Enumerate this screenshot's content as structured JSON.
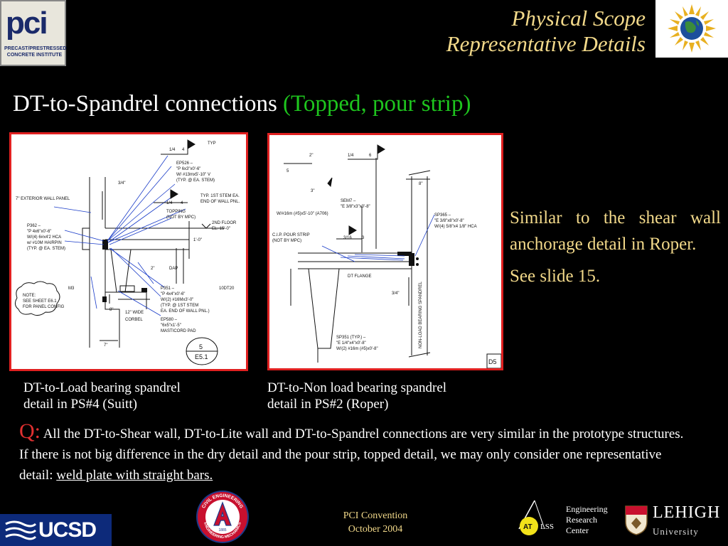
{
  "header": {
    "logo_text": "pci",
    "logo_subtext": "PRECAST/PRESTRESSED CONCRETE INSTITUTE",
    "title_line1": "Physical Scope",
    "title_line2": "Representative Details"
  },
  "subtitle": {
    "main": "DT-to-Spandrel connections",
    "accent": "(Topped, pour strip)"
  },
  "drawing1": {
    "labels": {
      "typ": "TYP",
      "fillet1": "1/4",
      "fillet1b": "4",
      "ep526": "EP526 –",
      "ep526_l1": "\"P 6x3\"x0'-6\"",
      "ep526_l2": "W/ #13mx5'-10\" V",
      "ep526_l3": "(TYP. @ EA. STEM)",
      "ext_panel": "7\" EXTERIOR WALL PANEL",
      "three_quarter": "3/4\"",
      "fillet2": "1/4",
      "fillet2b": "4",
      "typ_stem": "TYP. 1ST STEM EA.",
      "end_wall": "END OF WALL PNL.",
      "topping": "TOPPING",
      "not_by": "(NOT BY MPC)",
      "floor": "2ND FLOOR",
      "elev": "EL. 15'-0\"",
      "p362": "P362 –",
      "p362_l1": "\"P 4x6\"x0'-6\"",
      "p362_l2": "W/(4) 6#x4'2 HCA",
      "p362_l3": "w/ #10M HAIRPIN",
      "p362_l4": "(TYP. @ EA. STEM)",
      "p351": "P351 –",
      "p351_l1": "\"P 4x4\"x0'-6\"",
      "p351_l2": "W/(2) #16Mx3'-0\"",
      "p351_l3": "(TYP. @ 1ST STEM",
      "p351_l4": "EA. END OF WALL PNL.)",
      "ep580": "EP580 –",
      "ep580_l1": "\"6x5\"x1'-5\"",
      "ep580_l2": "MASTICORD PAD",
      "dt20": "10DT20",
      "m3": "M3",
      "wide": "12\" WIDE",
      "corbel": "CORBEL",
      "note1": "NOTE:",
      "note2": "SEE SHEET E6.1",
      "note3": "FOR PANEL CONFIG",
      "eight": "8\"",
      "seven": "7\"",
      "dim_a": "1'-0\"",
      "dim_b": "DAP",
      "dim_c": "2\"",
      "tag_num": "5",
      "tag_sheet": "E5.1"
    }
  },
  "drawing2": {
    "labels": {
      "c5": "5",
      "dim_2b": "2\"",
      "dim_3b": "3\"",
      "fillet": "1/4",
      "fillet_b": "6",
      "sem7": "SEM7 –",
      "sem7_l1": "\"E 3/8\"x3\"x0'-8\"",
      "sem7_l2": "W/#16m (#5)x5'-10\" (A706)",
      "cip": "C.I.P. POUR STRIP",
      "not_by": "(NOT BY MPC)",
      "fillet2": "3/16",
      "fillet2b": "3",
      "eight": "8\"",
      "sp365": "SP365 –",
      "sp365_l1": "\"E 3/8\"x8\"x0'-8\"",
      "sp365_l2": "W/(4) 5/8\"x4 1/8\" HCA",
      "dt_flange": "DT FLANGE",
      "three_quarter": "3/4\"",
      "spandrel": "NON-LOAD BEARING SPANDREL",
      "sp351": "SP351 (TYP.) –",
      "sp351_l1": "\"E 1/4\"x4\"x0'-8\"",
      "sp351_l2": "W/(2) #16m (#5)x0'-8\"",
      "tag": "D5"
    }
  },
  "captions": {
    "left_l1": "DT-to-Load bearing spandrel",
    "left_l2": "detail in PS#4 (Suitt)",
    "right_l1": "DT-to-Non load bearing spandrel",
    "right_l2": "detail in PS#2 (Roper)"
  },
  "side": {
    "p1": "Similar to the shear wall anchorage detail in Roper.",
    "p2": "See slide 15."
  },
  "question": {
    "q": "Q:",
    "body": "All the DT-to-Shear wall, DT-to-Lite wall and DT-to-Spandrel connections are very similar in the prototype structures. If there is not big difference in the dry detail and the pour strip, topped detail, we may only consider one representative detail: ",
    "link": "weld plate with straight bars."
  },
  "footer": {
    "ucsd": "UCSD",
    "event_l1": "PCI Convention",
    "event_l2": "October 2004",
    "atlss": "ATLSS",
    "erc_l1": "Engineering",
    "erc_l2": "Research",
    "erc_l3": "Center",
    "lehigh": "LEHIGH",
    "lehigh_univ": "University",
    "seal_top": "CIVIL ENGINEERING",
    "seal_bottom": "ENGINEERING MECHANICS",
    "seal_year": "1885"
  },
  "colors": {
    "title": "#f2d98a",
    "accent": "#1ec51e",
    "frame": "#e02020",
    "question_mark": "#e03030",
    "ucsd_blue": "#0d2a7a"
  }
}
